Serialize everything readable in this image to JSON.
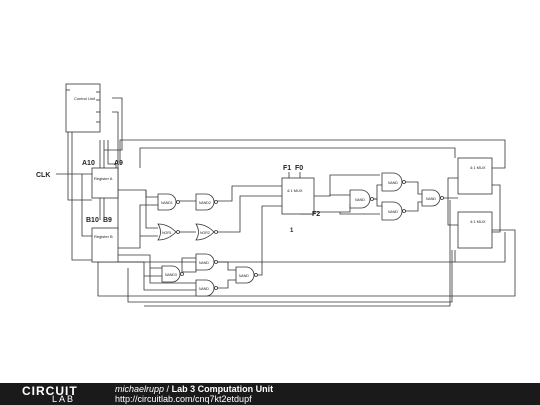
{
  "schematic": {
    "clk_label": "CLK",
    "control_unit": {
      "title": "Control Unit"
    },
    "register_a": {
      "title": "Register A",
      "in_a_label": "A10",
      "in_b_label": "A9"
    },
    "register_b": {
      "title": "Register B",
      "in_a_label": "B10",
      "in_b_label": "B9"
    },
    "gates": {
      "nand1": "NAND1",
      "nand2": "NAND2",
      "nor1": "NOR1",
      "nor2": "NOR2",
      "nand3": "NAND3",
      "nand_mid": "NAND",
      "nand_low": "NAND",
      "nand_out": "NAND",
      "nand_r1": "NAND",
      "nand_r2": "NAND",
      "nand_r3": "NAND",
      "nand_final": "NAND"
    },
    "mux_main": {
      "title": "4:1 MUX",
      "sel_f1": "F1",
      "sel_f0": "F0",
      "output_label": "1"
    },
    "f2_label": "F2",
    "mux_top": {
      "title": "4:1 MUX"
    },
    "mux_bottom": {
      "title": "4:1 MUX"
    }
  },
  "footer": {
    "logo_top": "CIRCUIT",
    "logo_bottom": "LAB",
    "author": "michaelrupp",
    "separator": "/",
    "title": "Lab 3 Computation Unit",
    "url": "http://circuitlab.com/cnq7kt2etdupf"
  },
  "colors": {
    "wire": "#333333",
    "footer_bg": "#1a1a1a"
  }
}
